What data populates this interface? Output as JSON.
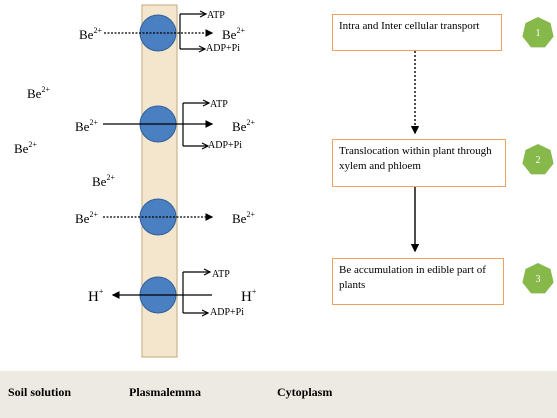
{
  "ions": {
    "be": "Be",
    "charge_2plus": "2+",
    "h": "H",
    "charge_plus": "+"
  },
  "energy": {
    "atp": "ATP",
    "adp": "ADP+Pi"
  },
  "steps": [
    {
      "text": "Intra and Inter cellular transport",
      "number": "1"
    },
    {
      "text": "Translocation within plant through xylem and phloem",
      "number": "2"
    },
    {
      "text": "Be accumulation in edible part of plants",
      "number": "3"
    }
  ],
  "footer": {
    "soil": "Soil solution",
    "membrane": "Plasmalemma",
    "cytoplasm": "Cytoplasm"
  },
  "colors": {
    "membrane_fill": "#f3e6cc",
    "membrane_stroke": "#c9b58e",
    "carrier": "#4a7fc1",
    "carrier_stroke": "#2f5f9a",
    "box_border": "#f0a060",
    "badge": "#86b94a",
    "footer_bg": "#eceae2"
  }
}
